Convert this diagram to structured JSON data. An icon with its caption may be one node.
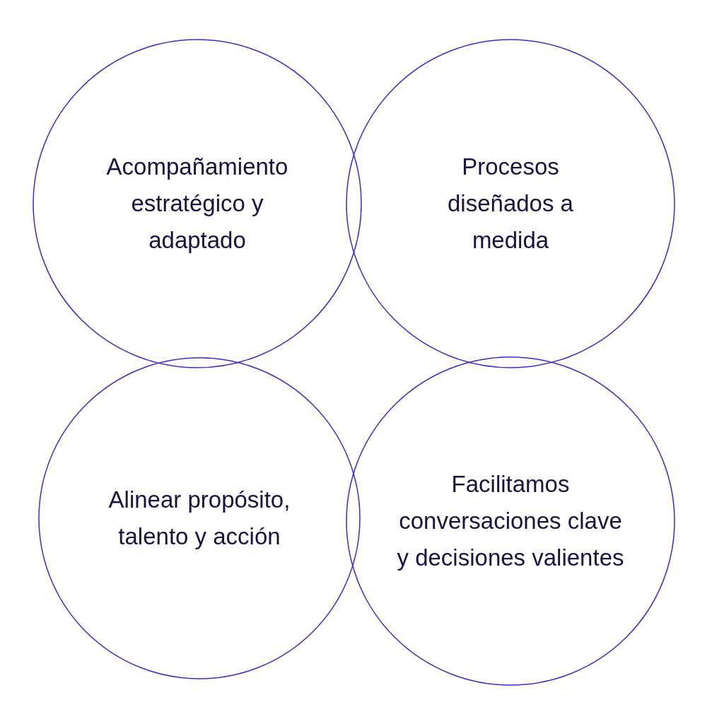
{
  "diagram": {
    "nodes": [
      {
        "text": [
          "Acompañamiento estratégico y adaptado"
        ]
      },
      {
        "text": [
          "Procesos diseñados a medida"
        ]
      },
      {
        "text": [
          "Alinear propósito, talento y acción"
        ]
      },
      {
        "text": [
          "Facilitamos conversaciones clave y decisiones valientes"
        ]
      }
    ]
  }
}
